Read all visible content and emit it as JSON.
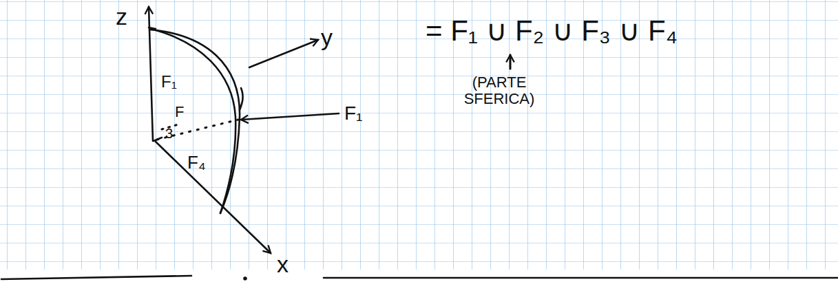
{
  "diagram": {
    "labels": [
      "z",
      "y",
      "x",
      "F₁",
      "F",
      "3",
      "F₄",
      "F₁",
      "= F₁ ∪ F₂ ∪ F₃ ∪ F₄",
      "(PARTE SFERICA)"
    ]
  }
}
